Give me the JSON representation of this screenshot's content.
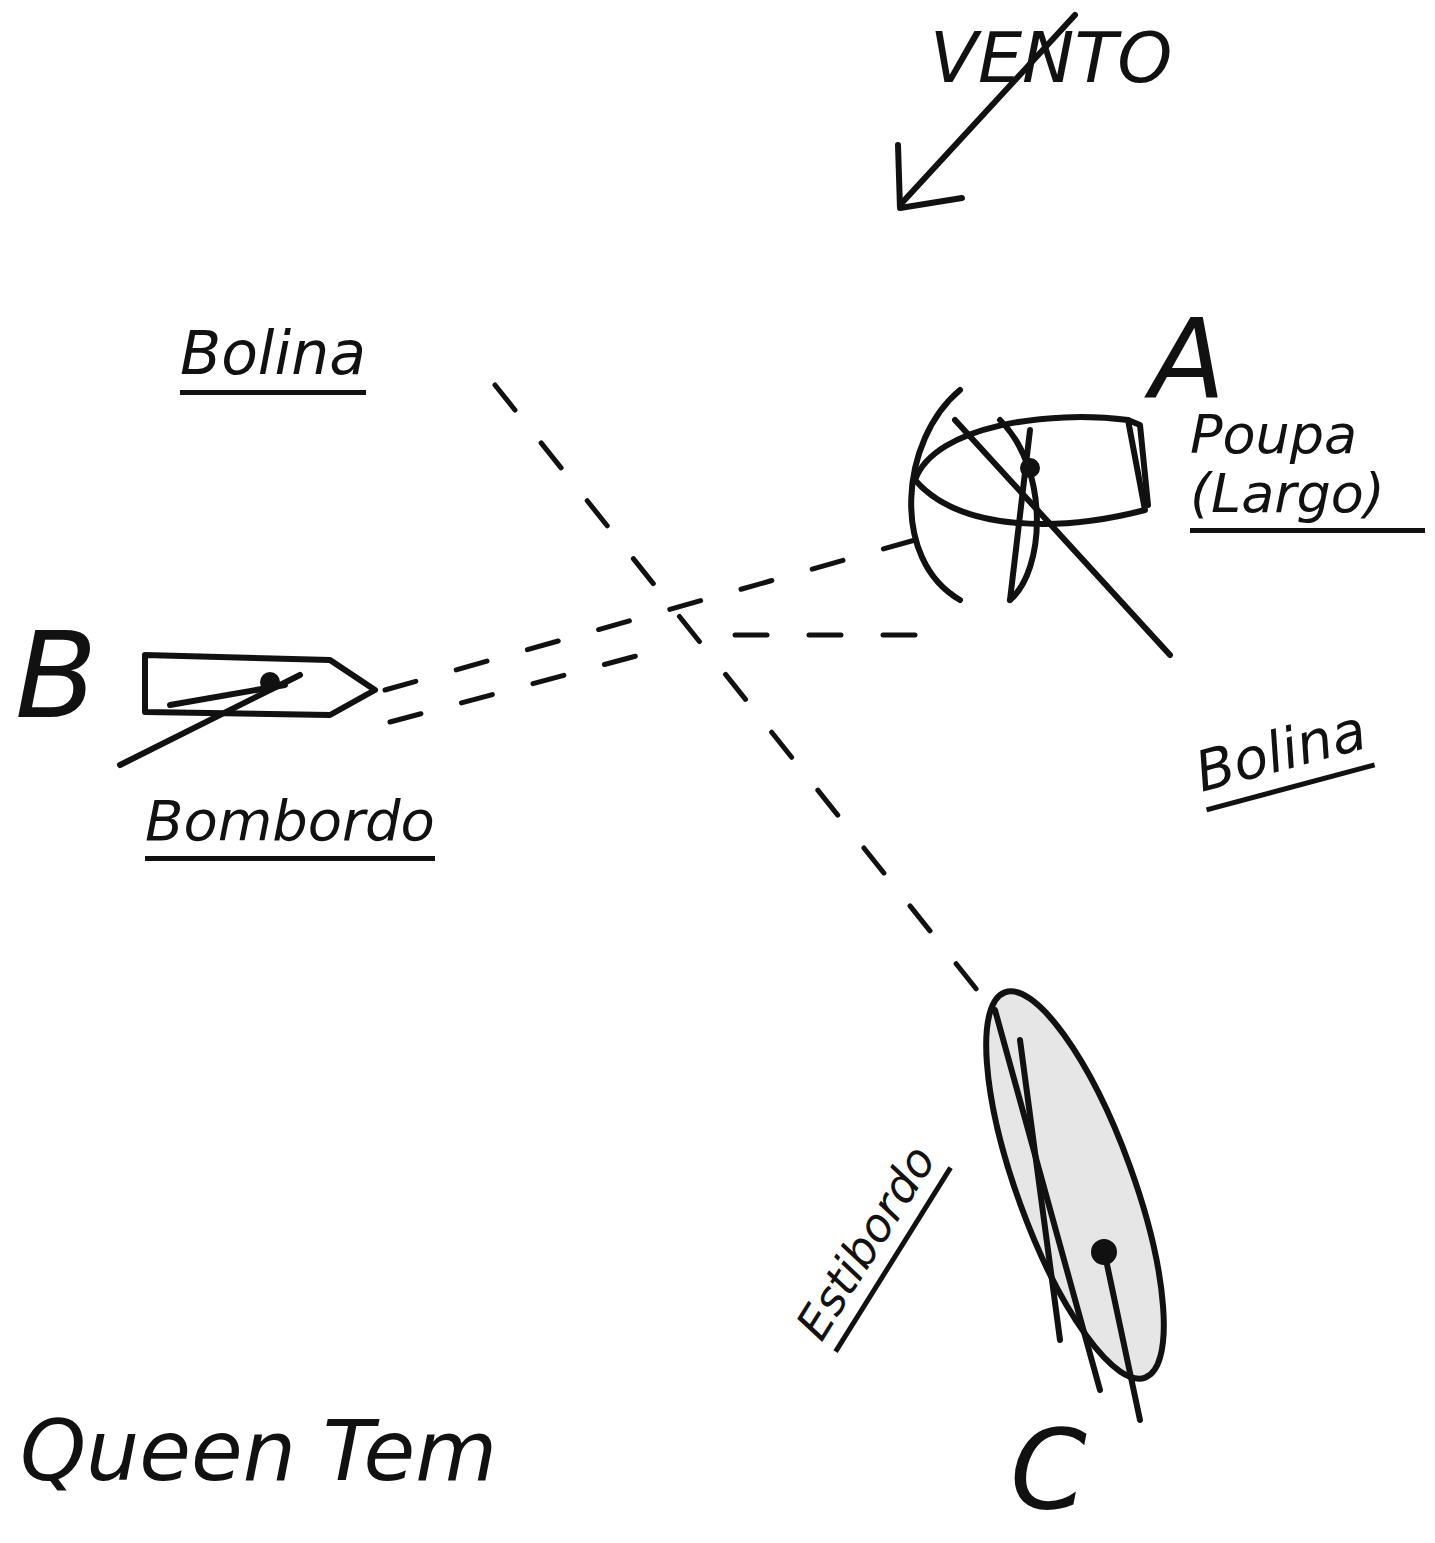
{
  "diagram": {
    "labels": [
      "VENTO",
      "A",
      "Poupa (Largo)",
      "Bolina",
      "B",
      "Bombordo",
      "Bolina",
      "Estibordo",
      "C",
      "Queen Tem"
    ]
  }
}
